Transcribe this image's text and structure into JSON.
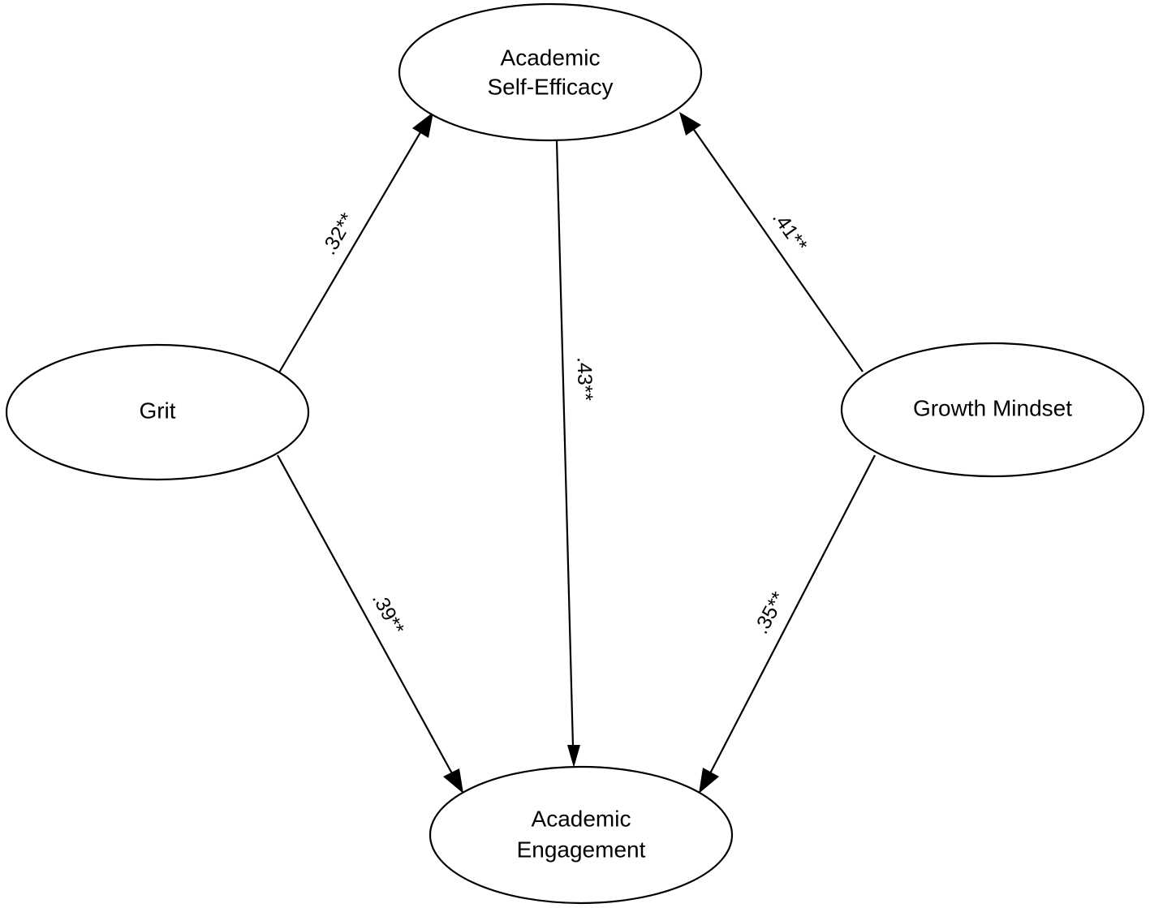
{
  "nodes": [
    {
      "id": "ase",
      "lines": [
        "Academic",
        "Self-Efficacy"
      ]
    },
    {
      "id": "grit",
      "lines": [
        "Grit"
      ]
    },
    {
      "id": "gm",
      "lines": [
        "Growth Mindset"
      ]
    },
    {
      "id": "ae",
      "lines": [
        "Academic",
        "Engagement"
      ]
    }
  ],
  "edges": [
    {
      "id": "grit-to-ase",
      "from": "grit",
      "to": "ase",
      "label": ".32**"
    },
    {
      "id": "gm-to-ase",
      "from": "gm",
      "to": "ase",
      "label": ".41**"
    },
    {
      "id": "ase-to-ae",
      "from": "ase",
      "to": "ae",
      "label": ".43**"
    },
    {
      "id": "grit-to-ae",
      "from": "grit",
      "to": "ae",
      "label": ".39**"
    },
    {
      "id": "gm-to-ae",
      "from": "gm",
      "to": "ae",
      "label": ".35**"
    }
  ]
}
